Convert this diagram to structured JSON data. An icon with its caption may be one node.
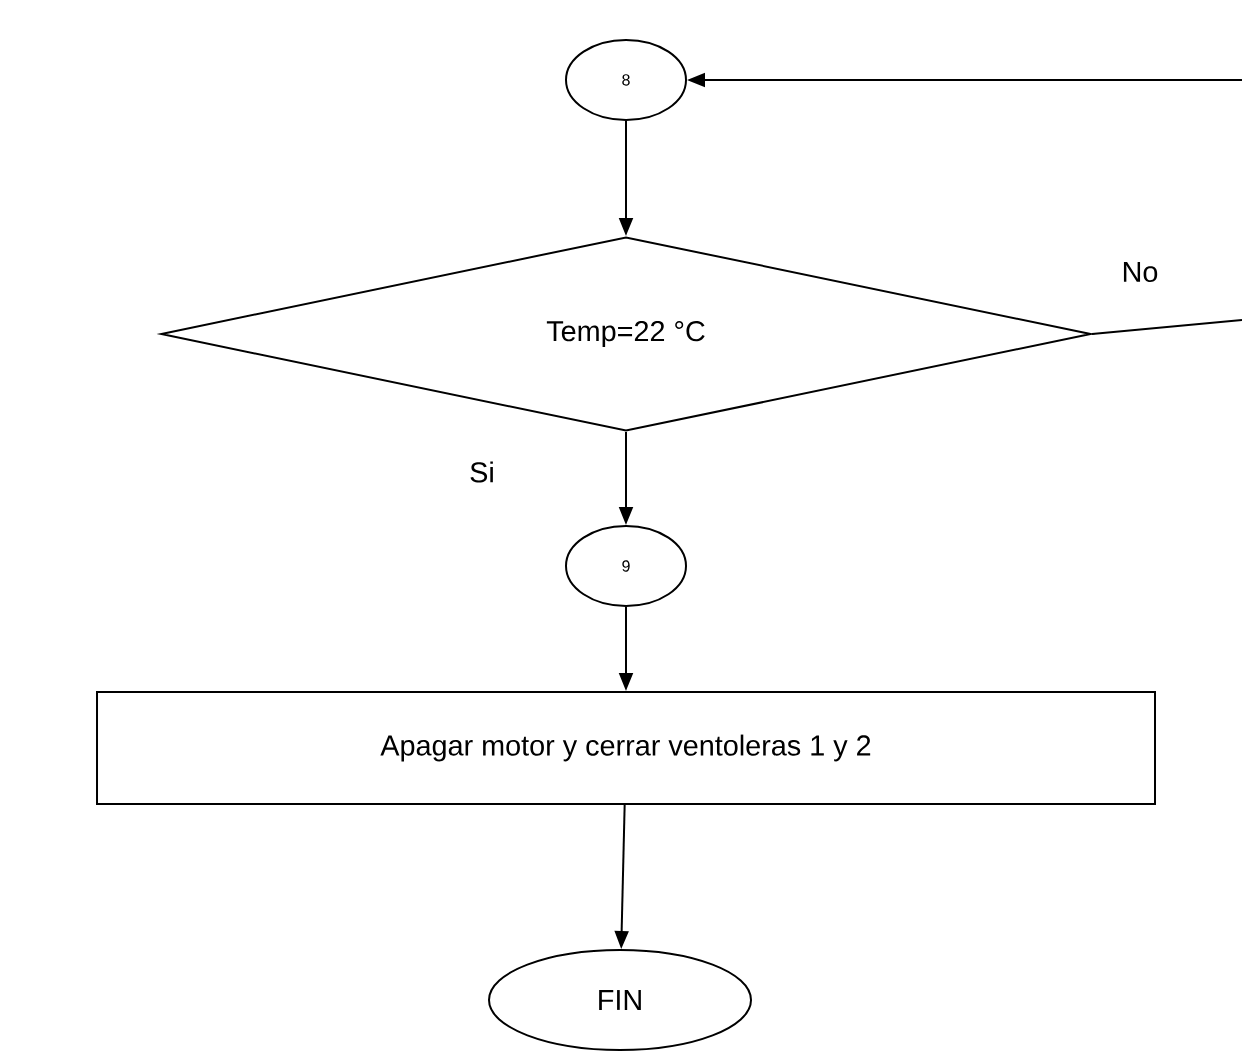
{
  "diagram": {
    "nodes": [
      {
        "text": [
          "8"
        ]
      },
      {
        "text": [
          "Temp=22 °C"
        ]
      },
      {
        "text": [
          "9"
        ]
      },
      {
        "text": [
          "Apagar motor y cerrar ventoleras 1 y 2"
        ]
      },
      {
        "text": [
          "FIN"
        ]
      }
    ],
    "edges": [
      {
        "from": null,
        "to": 0,
        "arrow": "to"
      },
      {
        "from": 0,
        "to": 1,
        "arrow": "to"
      },
      {
        "from": 1,
        "to": null,
        "arrow": "none",
        "label": "No"
      },
      {
        "from": 1,
        "to": 2,
        "arrow": "to",
        "label": "Si"
      },
      {
        "from": 2,
        "to": 3,
        "arrow": "to"
      },
      {
        "from": 3,
        "to": 4,
        "arrow": "to"
      }
    ]
  }
}
